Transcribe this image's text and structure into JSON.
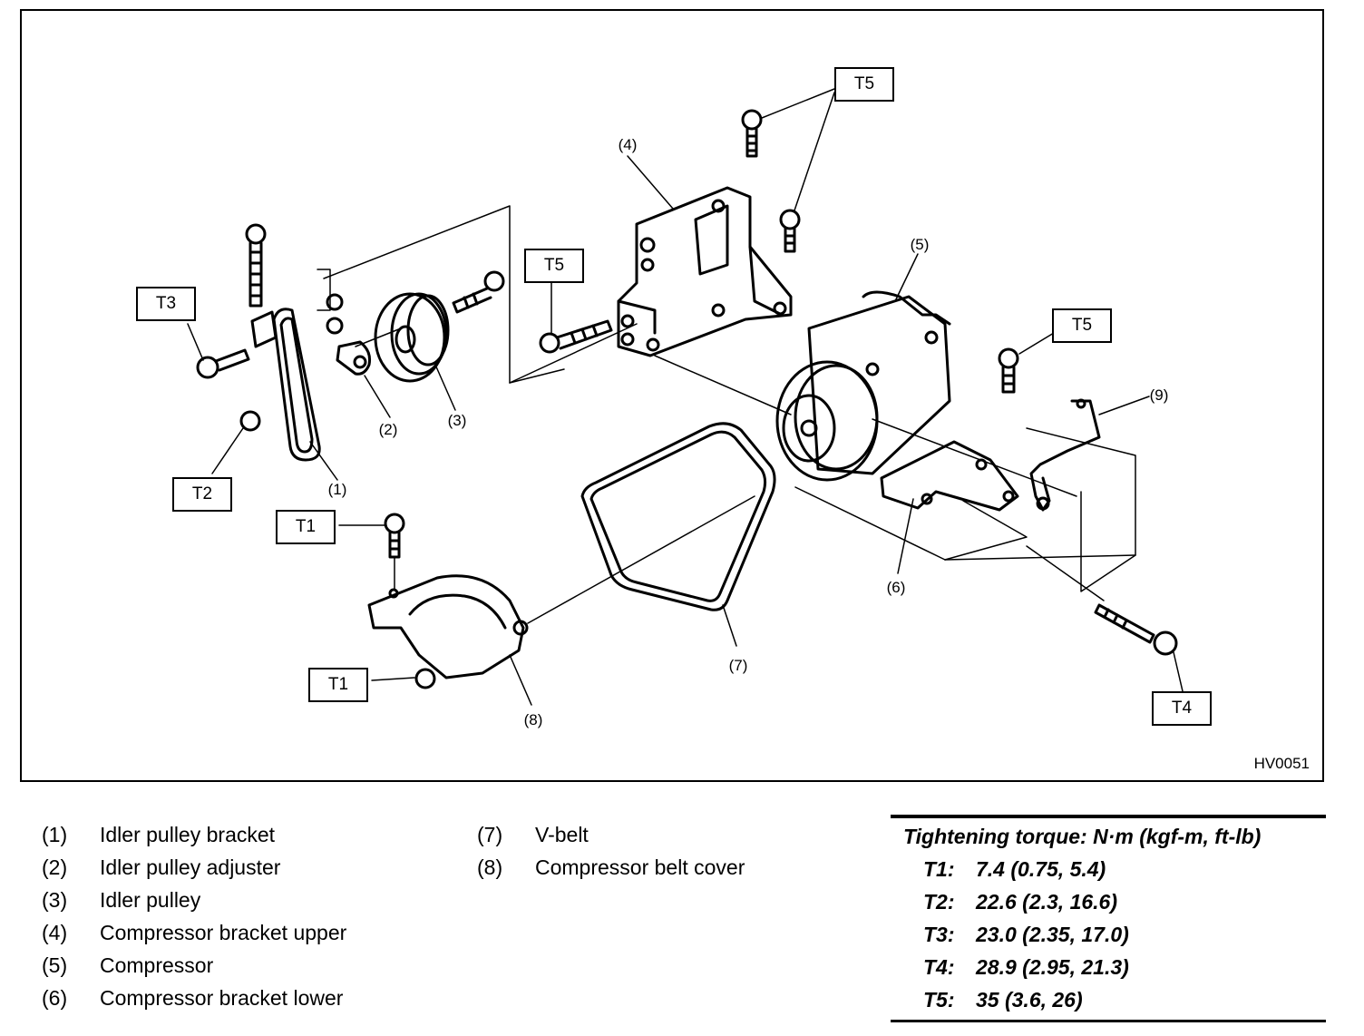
{
  "figure": {
    "id": "HV0051",
    "callouts": {
      "t5_top": "T5",
      "t5_mid": "T5",
      "t5_right": "T5",
      "t3": "T3",
      "t2": "T2",
      "t1_upper": "T1",
      "t1_lower": "T1",
      "t4": "T4"
    },
    "part_numbers": {
      "p1": "(1)",
      "p2": "(2)",
      "p3": "(3)",
      "p4": "(4)",
      "p5": "(5)",
      "p6": "(6)",
      "p7": "(7)",
      "p8": "(8)",
      "p9": "(9)"
    }
  },
  "legend": {
    "left": [
      {
        "num": "(1)",
        "name": "Idler pulley bracket"
      },
      {
        "num": "(2)",
        "name": "Idler pulley adjuster"
      },
      {
        "num": "(3)",
        "name": "Idler pulley"
      },
      {
        "num": "(4)",
        "name": "Compressor bracket upper"
      },
      {
        "num": "(5)",
        "name": "Compressor"
      },
      {
        "num": "(6)",
        "name": "Compressor bracket lower"
      }
    ],
    "middle": [
      {
        "num": "(7)",
        "name": "V-belt"
      },
      {
        "num": "(8)",
        "name": "Compressor belt cover"
      }
    ]
  },
  "torque": {
    "title": "Tightening torque: N·m (kgf-m, ft-lb)",
    "rows": [
      {
        "key": "T1:",
        "value": "7.4 (0.75, 5.4)"
      },
      {
        "key": "T2:",
        "value": "22.6 (2.3, 16.6)"
      },
      {
        "key": "T3:",
        "value": "23.0 (2.35, 17.0)"
      },
      {
        "key": "T4:",
        "value": "28.9 (2.95, 21.3)"
      },
      {
        "key": "T5:",
        "value": "35 (3.6, 26)"
      }
    ]
  }
}
